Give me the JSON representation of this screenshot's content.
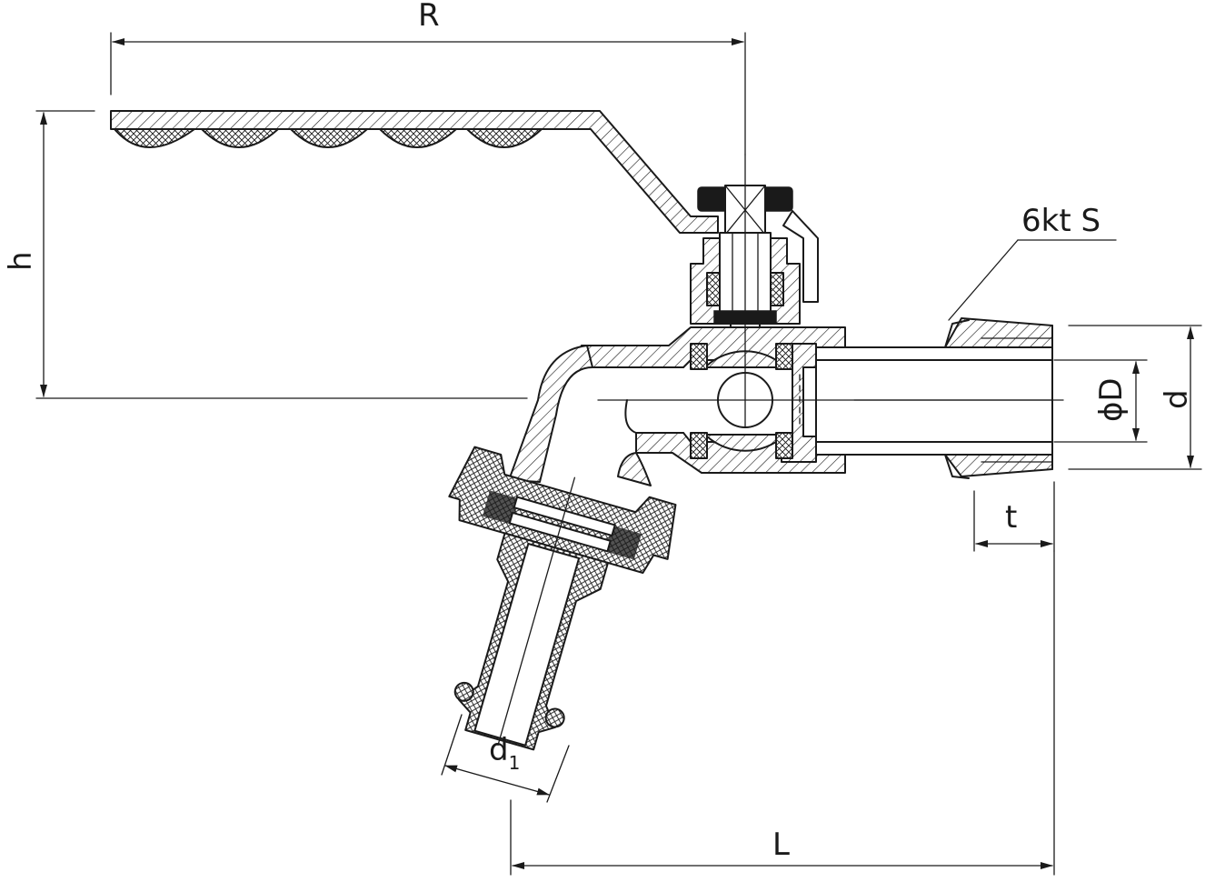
{
  "drawing": {
    "labels": {
      "R": "R",
      "h": "h",
      "hex": "6kt S",
      "phiD": "ϕD",
      "d": "d",
      "t": "t",
      "d1_main": "d",
      "d1_sub": "1",
      "L": "L"
    },
    "colors": {
      "line": "#1a1a1a",
      "background": "#ffffff"
    }
  }
}
